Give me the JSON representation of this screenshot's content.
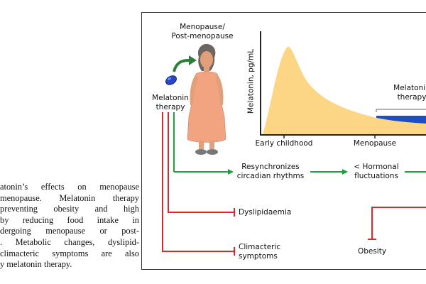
{
  "caption": {
    "lines": [
      "atonin’s effects on menopause",
      "menopause. Melatonin therapy",
      " preventing obesity and high",
      "by reducing food intake in",
      "dergoing menopause or post-",
      ". Metabolic changes, dyslipid-",
      "climacteric symptoms are also",
      "y melatonin therapy."
    ]
  },
  "figure": {
    "menopause_label_line1": "Menopause/",
    "menopause_label_line2": "Post-menopause",
    "therapy_label_line1": "Melatonin",
    "therapy_label_line2": "therapy",
    "plot_therapy_line1": "Melatonin",
    "plot_therapy_line2": "therapy",
    "ylabel": "Melatonin, pg/mL",
    "xtick_early": "Early childhood",
    "xtick_menopause": "Menopause",
    "resync_line1": "Resynchronizes",
    "resync_line2": "circadian rhythms",
    "hormonal_line1": "< Hormonal",
    "hormonal_line2": "fluctuations",
    "dyslipidaemia": "Dyslipidaemia",
    "climacteric_line1": "Climacteric",
    "climacteric_line2": "symptoms",
    "obesity": "Obesity"
  },
  "colors": {
    "curve_fill": "#fcd685",
    "therapy_fill": "#1f4fbf",
    "skin": "#e2a07a",
    "dress": "#f2a37f",
    "pill": "#2747c8",
    "green_arrow": "#1aa33a",
    "red_line": "#e0262a"
  }
}
